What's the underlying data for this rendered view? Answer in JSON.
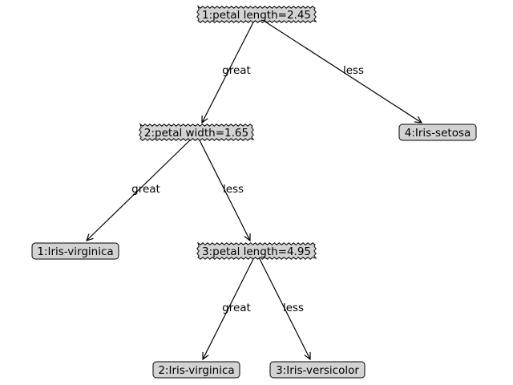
{
  "colors": {
    "node_fill": "#d3d3d3",
    "stroke": "#000000",
    "background": "#ffffff"
  },
  "nodes": [
    {
      "id": "n1",
      "label": "1:petal length=2.45",
      "kind": "decision"
    },
    {
      "id": "n2",
      "label": "2:petal width=1.65",
      "kind": "decision"
    },
    {
      "id": "n3",
      "label": "4:Iris-setosa",
      "kind": "leaf"
    },
    {
      "id": "n4",
      "label": "1:Iris-virginica",
      "kind": "leaf"
    },
    {
      "id": "n5",
      "label": "3:petal length=4.95",
      "kind": "decision"
    },
    {
      "id": "n6",
      "label": "2:Iris-virginica",
      "kind": "leaf"
    },
    {
      "id": "n7",
      "label": "3:Iris-versicolor",
      "kind": "leaf"
    }
  ],
  "edges": [
    {
      "from": "n1",
      "to": "n2",
      "label": "great"
    },
    {
      "from": "n1",
      "to": "n3",
      "label": "less"
    },
    {
      "from": "n2",
      "to": "n4",
      "label": "great"
    },
    {
      "from": "n2",
      "to": "n5",
      "label": "less"
    },
    {
      "from": "n5",
      "to": "n6",
      "label": "great"
    },
    {
      "from": "n5",
      "to": "n7",
      "label": "less"
    }
  ]
}
